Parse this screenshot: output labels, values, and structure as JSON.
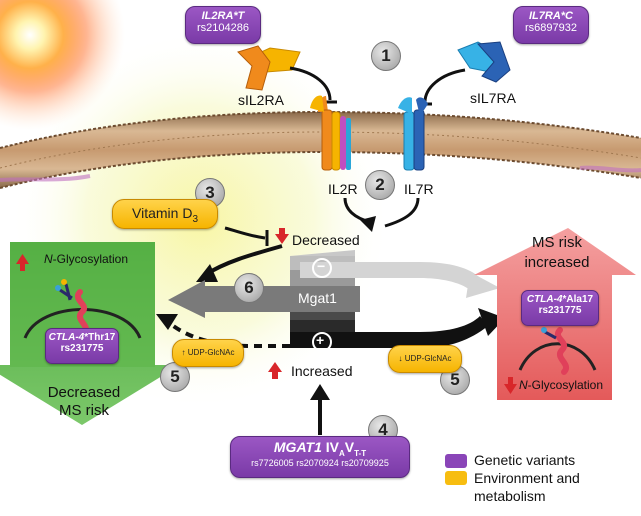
{
  "receptors": {
    "il2ra_variant": "IL2RA*T",
    "il2ra_rs": "rs2104286",
    "il7ra_variant": "IL7RA*C",
    "il7ra_rs": "rs6897932",
    "sil2ra": "sIL2RA",
    "sil7ra": "sIL7RA",
    "il2r": "IL2R",
    "il7r": "IL7R"
  },
  "center": {
    "vitamin": "Vitamin D",
    "vitamin_sub": "3",
    "decreased": "Decreased",
    "increased": "Increased",
    "mgat1": "Mgat1",
    "minus": "−",
    "plus": "+"
  },
  "left_box": {
    "glyco_prefix": "N",
    "glyco_suffix": "-Glycosylation",
    "ctla": "CTLA-4",
    "ctla_variant": "*Thr17",
    "rs": "rs231775",
    "label_line1": "Decreased",
    "label_line2": "MS risk"
  },
  "right_box": {
    "title_line1": "MS risk",
    "title_line2": "increased",
    "ctla": "CTLA-4",
    "ctla_variant": "*Ala17",
    "rs": "rs231775",
    "glyco_prefix": "N",
    "glyco_suffix": "-Glycosylation"
  },
  "udp": {
    "left": "UDP-GlcNAc",
    "right": "UDP-GlcNAc"
  },
  "mgat_box": {
    "gene": "MGAT1",
    "variant_main": "IV",
    "variant_sub1": "A",
    "variant_mid": "V",
    "variant_sub2": "T-T",
    "rs1": "rs7726005",
    "rs2": "rs2070924",
    "rs3": "rs20709925"
  },
  "numbers": [
    "1",
    "2",
    "3",
    "4",
    "5",
    "5",
    "6"
  ],
  "legend": {
    "genetic": "Genetic variants",
    "env_line1": "Environment and",
    "env_line2": "metabolism"
  },
  "colors": {
    "purple": "#8a45b8",
    "yellow": "#f7bd10",
    "green": "#5db54a",
    "red_box": "#ec6f6f",
    "orange_receptor": "#f08a1c",
    "blue_receptor": "#2b63b5"
  }
}
